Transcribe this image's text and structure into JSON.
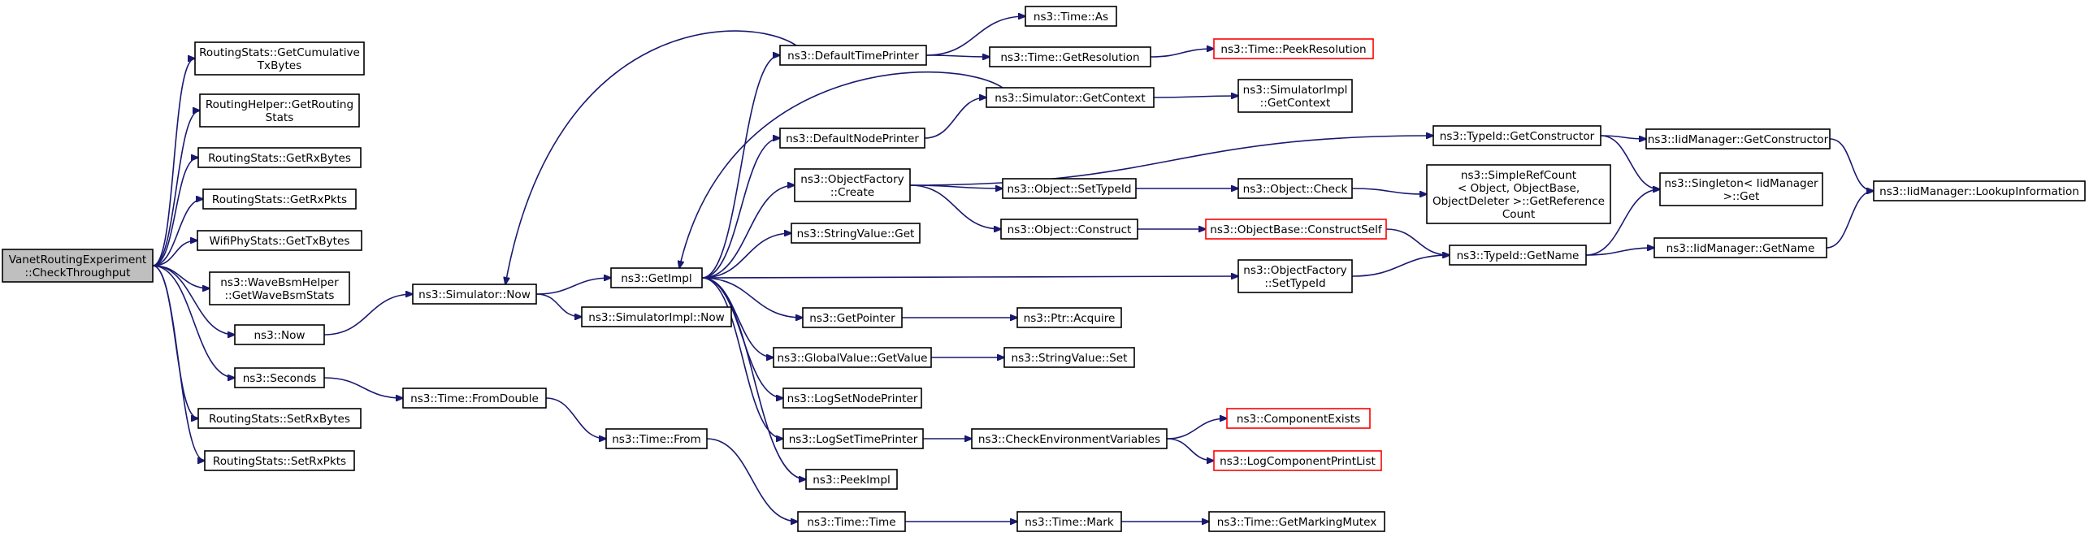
{
  "graph": {
    "title": "",
    "colors": {
      "edge": "#191970",
      "node_border": "#000000",
      "node_border_truncated": "#ff0000",
      "root_fill": "#bfbfbf",
      "node_fill": "#ffffff"
    },
    "nodes": [
      {
        "id": "root",
        "lines": [
          "VanetRoutingExperiment",
          "::CheckThroughput"
        ],
        "style": "root"
      },
      {
        "id": "rs_cum",
        "lines": [
          "RoutingStats::GetCumulative",
          "TxBytes"
        ]
      },
      {
        "id": "rh_gr",
        "lines": [
          "RoutingHelper::GetRouting",
          "Stats"
        ]
      },
      {
        "id": "rs_grb",
        "lines": [
          "RoutingStats::GetRxBytes"
        ]
      },
      {
        "id": "rs_grp",
        "lines": [
          "RoutingStats::GetRxPkts"
        ]
      },
      {
        "id": "wifi",
        "lines": [
          "WifiPhyStats::GetTxBytes"
        ]
      },
      {
        "id": "wave",
        "lines": [
          "ns3::WaveBsmHelper",
          "::GetWaveBsmStats"
        ]
      },
      {
        "id": "now",
        "lines": [
          "ns3::Now"
        ]
      },
      {
        "id": "seconds",
        "lines": [
          "ns3::Seconds"
        ]
      },
      {
        "id": "rs_srb",
        "lines": [
          "RoutingStats::SetRxBytes"
        ]
      },
      {
        "id": "rs_srp",
        "lines": [
          "RoutingStats::SetRxPkts"
        ]
      },
      {
        "id": "sim_now",
        "lines": [
          "ns3::Simulator::Now"
        ]
      },
      {
        "id": "fromdouble",
        "lines": [
          "ns3::Time::FromDouble"
        ]
      },
      {
        "id": "getimpl",
        "lines": [
          "ns3::GetImpl"
        ]
      },
      {
        "id": "simimpl_now",
        "lines": [
          "ns3::SimulatorImpl::Now"
        ]
      },
      {
        "id": "from",
        "lines": [
          "ns3::Time::From"
        ]
      },
      {
        "id": "dtp",
        "lines": [
          "ns3::DefaultTimePrinter"
        ]
      },
      {
        "id": "dnp",
        "lines": [
          "ns3::DefaultNodePrinter"
        ]
      },
      {
        "id": "ofc",
        "lines": [
          "ns3::ObjectFactory",
          "::Create"
        ]
      },
      {
        "id": "svget",
        "lines": [
          "ns3::StringValue::Get"
        ]
      },
      {
        "id": "getptr",
        "lines": [
          "ns3::GetPointer"
        ]
      },
      {
        "id": "gvget",
        "lines": [
          "ns3::GlobalValue::GetValue"
        ]
      },
      {
        "id": "lsnp",
        "lines": [
          "ns3::LogSetNodePrinter"
        ]
      },
      {
        "id": "lstp",
        "lines": [
          "ns3::LogSetTimePrinter"
        ]
      },
      {
        "id": "peek",
        "lines": [
          "ns3::PeekImpl"
        ]
      },
      {
        "id": "time",
        "lines": [
          "ns3::Time::Time"
        ]
      },
      {
        "id": "as",
        "lines": [
          "ns3::Time::As"
        ]
      },
      {
        "id": "getres",
        "lines": [
          "ns3::Time::GetResolution"
        ]
      },
      {
        "id": "getctx",
        "lines": [
          "ns3::Simulator::GetContext"
        ]
      },
      {
        "id": "settid",
        "lines": [
          "ns3::Object::SetTypeId"
        ]
      },
      {
        "id": "construct",
        "lines": [
          "ns3::Object::Construct"
        ]
      },
      {
        "id": "ofsettid",
        "lines": [
          "ns3::ObjectFactory",
          "::SetTypeId"
        ]
      },
      {
        "id": "acquire",
        "lines": [
          "ns3::Ptr::Acquire"
        ]
      },
      {
        "id": "svset",
        "lines": [
          "ns3::StringValue::Set"
        ]
      },
      {
        "id": "cev",
        "lines": [
          "ns3::CheckEnvironmentVariables"
        ]
      },
      {
        "id": "mark",
        "lines": [
          "ns3::Time::Mark"
        ]
      },
      {
        "id": "peekres",
        "lines": [
          "ns3::Time::PeekResolution"
        ],
        "style": "truncated"
      },
      {
        "id": "siget",
        "lines": [
          "ns3::SimulatorImpl",
          "::GetContext"
        ]
      },
      {
        "id": "check",
        "lines": [
          "ns3::Object::Check"
        ]
      },
      {
        "id": "cself",
        "lines": [
          "ns3::ObjectBase::ConstructSelf"
        ],
        "style": "truncated"
      },
      {
        "id": "compex",
        "lines": [
          "ns3::ComponentExists"
        ],
        "style": "truncated"
      },
      {
        "id": "lcpl",
        "lines": [
          "ns3::LogComponentPrintList"
        ],
        "style": "truncated"
      },
      {
        "id": "gmm",
        "lines": [
          "ns3::Time::GetMarkingMutex"
        ]
      },
      {
        "id": "srcgref",
        "lines": [
          "ns3::SimpleRefCount",
          "< Object, ObjectBase,",
          "ObjectDeleter >::GetReference",
          "Count"
        ]
      },
      {
        "id": "tidgc",
        "lines": [
          "ns3::TypeId::GetConstructor"
        ]
      },
      {
        "id": "tidgn",
        "lines": [
          "ns3::TypeId::GetName"
        ]
      },
      {
        "id": "iidgc",
        "lines": [
          "ns3::IidManager::GetConstructor"
        ]
      },
      {
        "id": "singleton",
        "lines": [
          "ns3::Singleton< IidManager",
          ">::Get"
        ]
      },
      {
        "id": "iidgn",
        "lines": [
          "ns3::IidManager::GetName"
        ]
      },
      {
        "id": "lookup",
        "lines": [
          "ns3::IidManager::LookupInformation"
        ]
      }
    ],
    "edges": [
      [
        "root",
        "rs_cum"
      ],
      [
        "root",
        "rh_gr"
      ],
      [
        "root",
        "rs_grb"
      ],
      [
        "root",
        "rs_grp"
      ],
      [
        "root",
        "wifi"
      ],
      [
        "root",
        "wave"
      ],
      [
        "root",
        "now"
      ],
      [
        "root",
        "seconds"
      ],
      [
        "root",
        "rs_srb"
      ],
      [
        "root",
        "rs_srp"
      ],
      [
        "now",
        "sim_now"
      ],
      [
        "seconds",
        "fromdouble"
      ],
      [
        "sim_now",
        "getimpl"
      ],
      [
        "sim_now",
        "simimpl_now"
      ],
      [
        "fromdouble",
        "from"
      ],
      [
        "from",
        "time"
      ],
      [
        "getimpl",
        "dtp"
      ],
      [
        "getimpl",
        "dnp"
      ],
      [
        "getimpl",
        "ofc"
      ],
      [
        "getimpl",
        "svget"
      ],
      [
        "getimpl",
        "getptr"
      ],
      [
        "getimpl",
        "gvget"
      ],
      [
        "getimpl",
        "lsnp"
      ],
      [
        "getimpl",
        "lstp"
      ],
      [
        "getimpl",
        "peek"
      ],
      [
        "getimpl",
        "ofsettid"
      ],
      [
        "dtp",
        "as"
      ],
      [
        "dtp",
        "getres"
      ],
      [
        "dtp",
        "sim_now"
      ],
      [
        "getres",
        "peekres"
      ],
      [
        "dnp",
        "getctx"
      ],
      [
        "getctx",
        "getimpl"
      ],
      [
        "getctx",
        "siget"
      ],
      [
        "ofc",
        "tidgc"
      ],
      [
        "ofc",
        "settid"
      ],
      [
        "ofc",
        "construct"
      ],
      [
        "settid",
        "check"
      ],
      [
        "check",
        "srcgref"
      ],
      [
        "construct",
        "cself"
      ],
      [
        "cself",
        "tidgn"
      ],
      [
        "ofsettid",
        "tidgn"
      ],
      [
        "tidgc",
        "iidgc"
      ],
      [
        "tidgc",
        "singleton"
      ],
      [
        "tidgn",
        "singleton"
      ],
      [
        "tidgn",
        "iidgn"
      ],
      [
        "iidgc",
        "lookup"
      ],
      [
        "iidgn",
        "lookup"
      ],
      [
        "getptr",
        "acquire"
      ],
      [
        "gvget",
        "svset"
      ],
      [
        "lstp",
        "cev"
      ],
      [
        "cev",
        "compex"
      ],
      [
        "cev",
        "lcpl"
      ],
      [
        "time",
        "mark"
      ],
      [
        "mark",
        "gmm"
      ]
    ]
  }
}
